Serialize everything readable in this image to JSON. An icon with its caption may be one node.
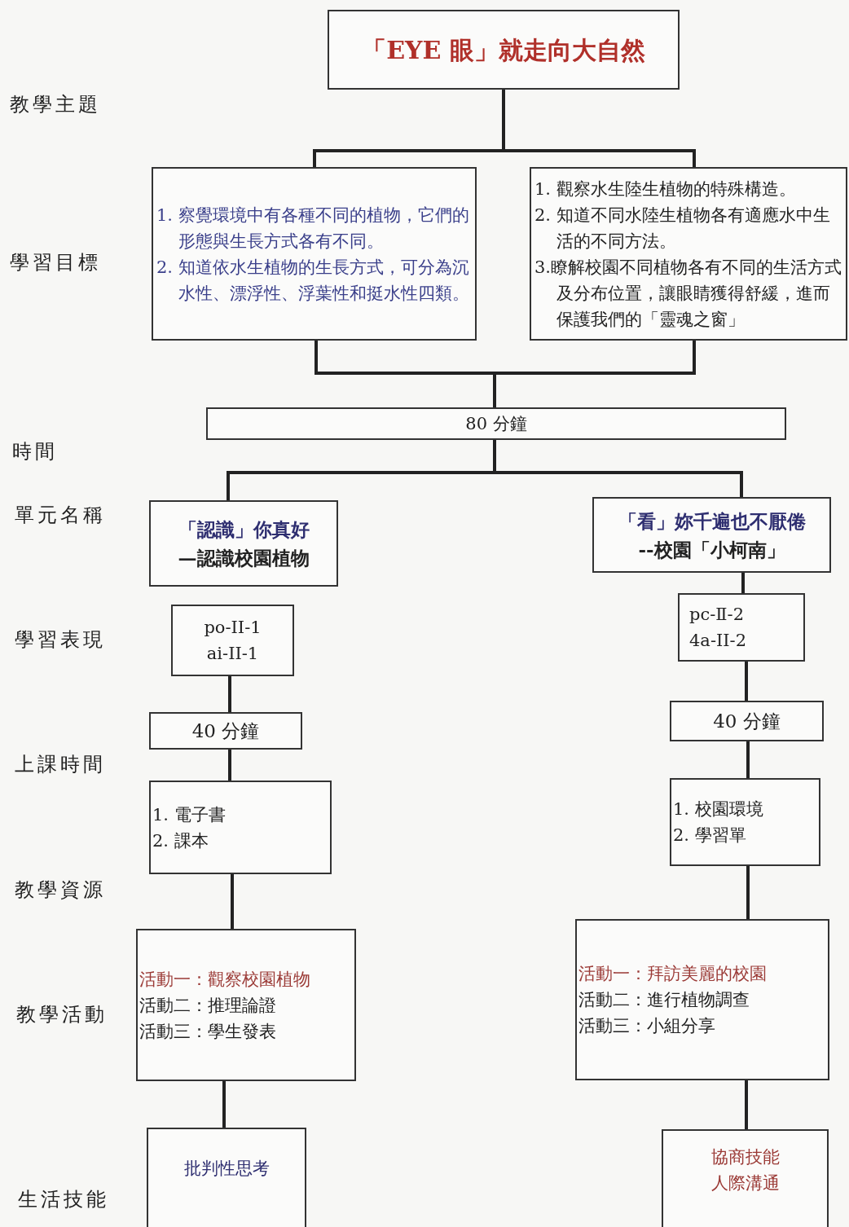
{
  "diagram": {
    "nodes": [
      {
        "text": [
          "「EYE 眼」就走向大自然"
        ]
      },
      {
        "text": [
          "1. 察覺環境中有各種不同的植物，它們的形態與生長方式各有不同。",
          "2. 知道依水生植物的生長方式，可分為沉水性、漂浮性、浮葉性和挺水性四類。"
        ]
      },
      {
        "text": [
          "1. 觀察水生陸生植物的特殊構造。",
          "2. 知道不同水陸生植物各有適應水中生活的不同方法。",
          "3.瞭解校園不同植物各有不同的生活方式及分布位置，讓眼睛獲得舒緩，進而保護我們的「靈魂之窗」"
        ]
      },
      {
        "text": [
          "80 分鐘"
        ]
      },
      {
        "text": [
          "「認識」你真好",
          "—認識校園植物"
        ]
      },
      {
        "text": [
          "「看」妳千遍也不厭倦",
          "--校園「小柯南」"
        ]
      },
      {
        "text": [
          "po-II-1",
          "ai-II-1"
        ]
      },
      {
        "text": [
          "pc-Ⅱ-2",
          "4a-II-2"
        ]
      },
      {
        "text": [
          "40 分鐘"
        ]
      },
      {
        "text": [
          "40 分鐘"
        ]
      },
      {
        "text": [
          "1.  電子書",
          "2.  課本"
        ]
      },
      {
        "text": [
          "1.  校園環境",
          "2.  學習單"
        ]
      },
      {
        "text": [
          "活動一：觀察校園植物",
          "活動二：推理論證",
          "活動三：學生發表"
        ]
      },
      {
        "text": [
          "活動一：拜訪美麗的校園",
          "活動二：進行植物調查",
          "活動三：小組分享"
        ]
      },
      {
        "text": [
          "批判性思考"
        ]
      },
      {
        "text": [
          "協商技能",
          "人際溝通"
        ]
      }
    ],
    "edges": [
      {
        "from": 0,
        "to": 1,
        "arrow": "none"
      },
      {
        "from": 0,
        "to": 2,
        "arrow": "none"
      },
      {
        "from": 1,
        "to": 3,
        "arrow": "none"
      },
      {
        "from": 2,
        "to": 3,
        "arrow": "none"
      },
      {
        "from": 3,
        "to": 4,
        "arrow": "none"
      },
      {
        "from": 3,
        "to": 5,
        "arrow": "none"
      },
      {
        "from": 5,
        "to": 7,
        "arrow": "none"
      },
      {
        "from": 6,
        "to": 8,
        "arrow": "none"
      },
      {
        "from": 7,
        "to": 9,
        "arrow": "none"
      },
      {
        "from": 8,
        "to": 10,
        "arrow": "none"
      },
      {
        "from": 9,
        "to": 11,
        "arrow": "none"
      },
      {
        "from": 10,
        "to": 12,
        "arrow": "none"
      },
      {
        "from": 11,
        "to": 13,
        "arrow": "none"
      },
      {
        "from": 12,
        "to": 14,
        "arrow": "none"
      },
      {
        "from": 13,
        "to": 15,
        "arrow": "none"
      }
    ],
    "labels": [
      "教學主題",
      "學習目標",
      "時間",
      "單元名稱",
      "學習表現",
      "上課時間",
      "教學資源",
      "教學活動",
      "生活技能"
    ]
  }
}
